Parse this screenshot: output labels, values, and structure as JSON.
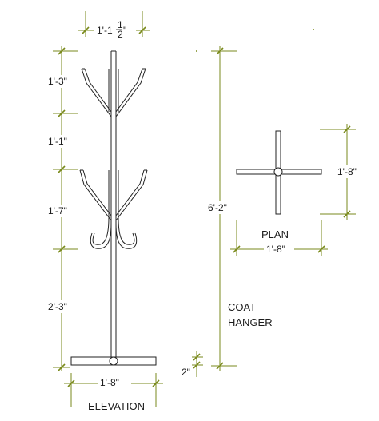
{
  "dimensions": {
    "top_width": "1'-1",
    "top_width_fraction_num": "1",
    "top_width_fraction_den": "2",
    "top_width_suffix": "\"",
    "upper_hooks": "1'-3\"",
    "hook_gap": "1'-1\"",
    "lower_hooks": "1'-7\"",
    "lower_post": "2'-3\"",
    "overall_height": "6'-2\"",
    "base_thickness": "2\"",
    "base_width": "1'-8\"",
    "plan_depth": "1'-8\"",
    "plan_width": "1'-8\""
  },
  "labels": {
    "elevation": "ELEVATION",
    "plan": "PLAN",
    "title_line1": "COAT",
    "title_line2": "HANGER"
  },
  "colors": {
    "dimension_line": "#7a8a1c",
    "object_line": "#222222"
  }
}
